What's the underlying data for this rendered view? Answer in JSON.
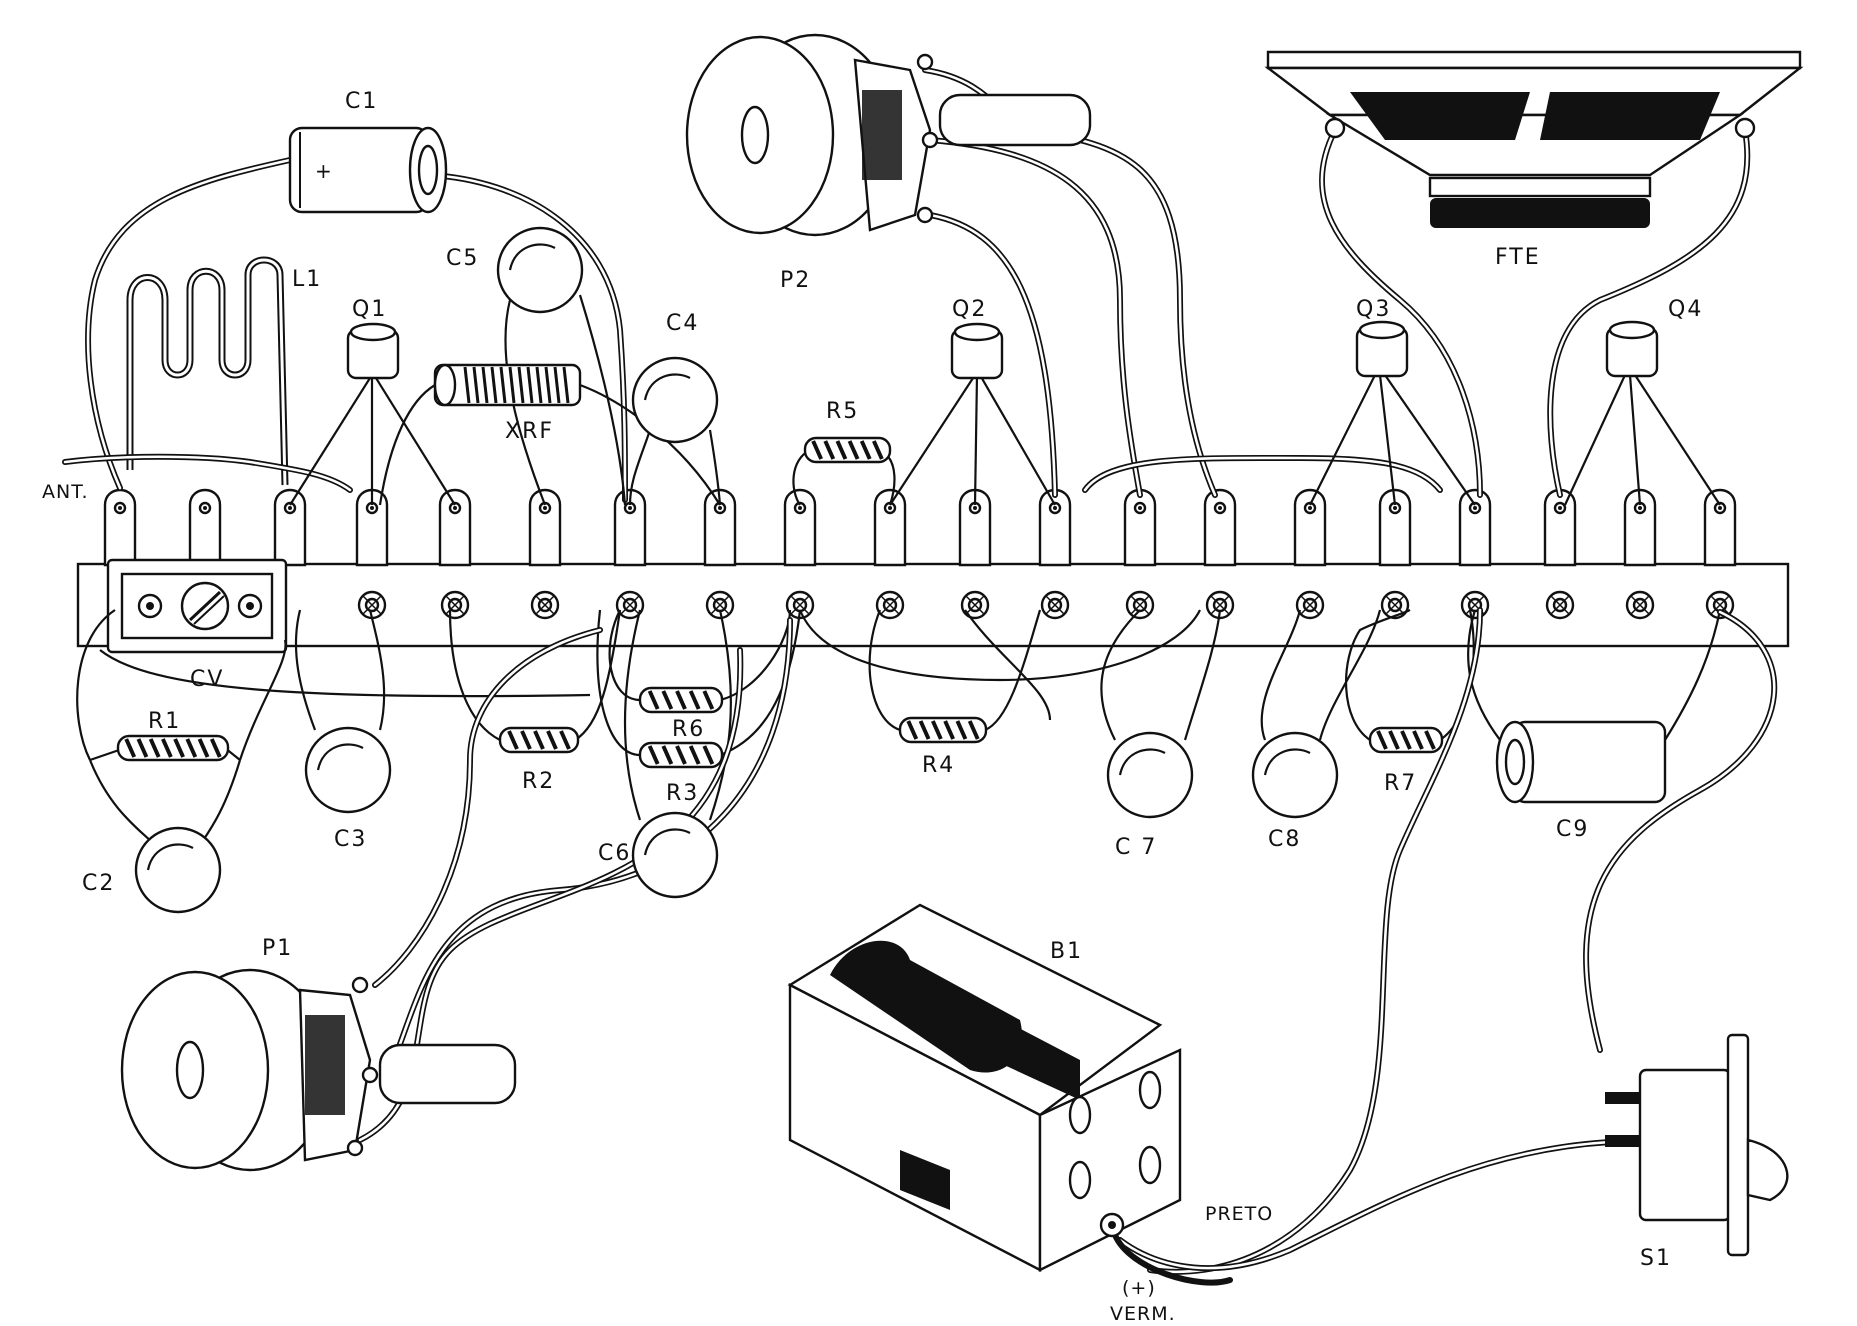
{
  "labels": {
    "c1": "C1",
    "l1": "L1",
    "q1": "Q1",
    "c5": "C5",
    "xrf": "XRF",
    "c4": "C4",
    "p2": "P2",
    "r5": "R5",
    "q2": "Q2",
    "fte": "FTE",
    "q3": "Q3",
    "q4": "Q4",
    "ant": "ANT.",
    "cv": "CV",
    "r1": "R1",
    "c2": "C2",
    "c3": "C3",
    "r2": "R2",
    "r6": "R6",
    "r3": "R3",
    "c6": "C6",
    "r4": "R4",
    "c7": "C 7",
    "c8": "C8",
    "r7": "R7",
    "c9": "C9",
    "p1": "P1",
    "b1": "B1",
    "preto": "PRETO",
    "plus": "(+)",
    "verm": "VERM.",
    "s1": "S1",
    "c1_polarity": "+"
  }
}
